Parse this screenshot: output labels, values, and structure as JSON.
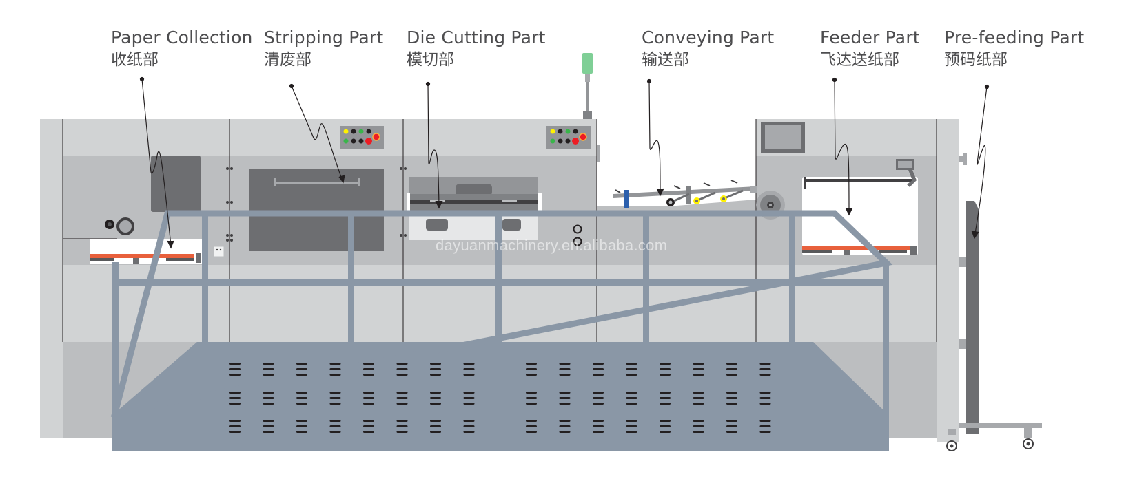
{
  "parts": [
    {
      "id": "paper-collection",
      "en": "Paper Collection",
      "zh": "收纸部"
    },
    {
      "id": "stripping",
      "en": "Stripping Part",
      "zh": "清废部"
    },
    {
      "id": "die-cutting",
      "en": "Die Cutting Part",
      "zh": "模切部"
    },
    {
      "id": "conveying",
      "en": "Conveying Part",
      "zh": "输送部"
    },
    {
      "id": "feeder",
      "en": "Feeder Part",
      "zh": "飞达送纸部"
    },
    {
      "id": "pre-feeding",
      "en": "Pre-feeding Part",
      "zh": "预码纸部"
    }
  ],
  "watermark": "dayuanmachinery.en.alibaba.com",
  "colors": {
    "label_text": "#4d4d4f",
    "machine_light": "#d1d3d4",
    "machine_mid": "#bcbec0",
    "machine_dark": "#6d6e71",
    "guard_rail": "#8a97a6",
    "paper_tray": "#e8603c",
    "indicator_red": "#ed1c24",
    "indicator_green": "#39b54a",
    "indicator_yellow": "#fff200",
    "conveyor_blue": "#2b5fad",
    "signal_light_green": "#7fcf96"
  }
}
